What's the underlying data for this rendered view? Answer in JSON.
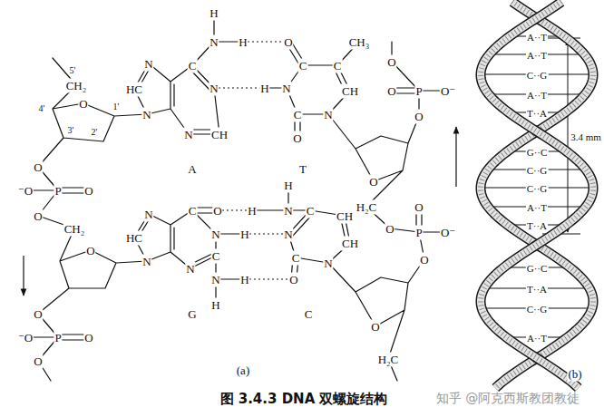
{
  "diagram": {
    "caption": "图 3.4.3 DNA 双螺旋结构",
    "labels": [
      "5'",
      "CH₂",
      "4'",
      "O",
      "1'",
      "3'",
      "2'",
      "O",
      "⁻O",
      "P",
      "O",
      "O",
      "CH₂",
      "O",
      "O",
      "⁻O",
      "P",
      "O",
      "O",
      "H",
      "N",
      "H",
      "N",
      "C",
      "HC",
      "N",
      "N",
      "N",
      "CH",
      "A",
      "O",
      "C",
      "C",
      "CH₃",
      "H",
      "N",
      "CH",
      "C",
      "N",
      "O",
      "T",
      "O",
      "O",
      "P",
      "O⁻",
      "O",
      "O",
      "H₂C",
      "O",
      "O",
      "P",
      "O⁻",
      "O",
      "N",
      "C",
      "O",
      "H",
      "HC",
      "N",
      "H",
      "C",
      "N",
      "N",
      "N",
      "H",
      "H",
      "G",
      "H",
      "N",
      "C",
      "CH",
      "N",
      "CH",
      "C",
      "N",
      "O",
      "C",
      "O",
      "H₂C",
      "(a)",
      "A··T",
      "A··T",
      "C··G",
      "A··T",
      "T··A",
      "G··C",
      "C··G",
      "C··G",
      "A··T",
      "T··A",
      "G··C",
      "T··A",
      "C··G",
      "A··T",
      "3.4 mm",
      "(b)",
      "知乎 @阿克西斯教团教徒"
    ]
  }
}
